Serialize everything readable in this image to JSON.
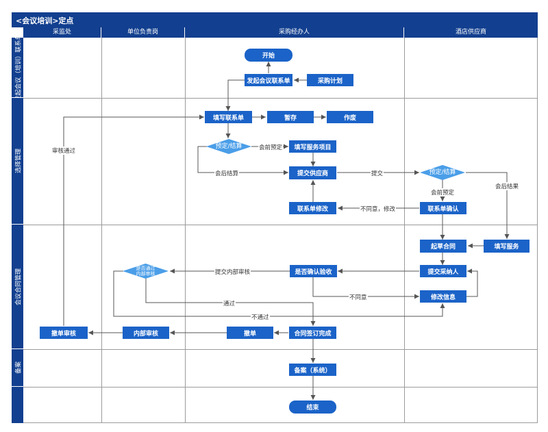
{
  "title": "<会议培训>定点",
  "columns": [
    "采监处",
    "单位负责岗",
    "采购经办人",
    "酒店供应商"
  ],
  "lanes": [
    "发起会议（培训）联系单",
    "选择管理",
    "会议合同管理",
    "备案",
    ""
  ],
  "nodes": {
    "start": "开始",
    "initiate": "发起会议联系单",
    "plan": "采购计划",
    "fill_form": "填写联系单",
    "temp_save": "暂存",
    "void": "作废",
    "decide_1": "预定/结算",
    "fill_service_item": "填写服务项目",
    "submit_supplier": "提交供应商",
    "decide_2": "预定/结算",
    "form_modify": "联系单修改",
    "form_confirm": "联系单确认",
    "draft_contract": "起草合同",
    "fill_service": "填写服务",
    "decide_internal": "是否通过\n内部审核",
    "confirm_accept": "是否确认验收",
    "submit_buyer": "提交采纳人",
    "modify_info": "修改信息",
    "withdraw_review": "撤单审核",
    "internal_review": "内部审核",
    "withdraw": "撤单",
    "contract_done": "合同签订完成",
    "archive": "备案（系统）",
    "end": "结束"
  },
  "edge_labels": {
    "review_pass": "审核通过",
    "pre_booking": "会前预定",
    "post_settle": "会后结算",
    "submit": "提交",
    "pre_booking_2": "会前预定",
    "post_settle_2": "会后结果",
    "disagree_modify": "不同意，修改",
    "submit_internal": "提交内部审核",
    "disagree": "不同意",
    "pass": "通过",
    "not_pass": "不通过"
  },
  "colors": {
    "header": "#123f8f",
    "node": "#1b63c8",
    "decision": "#4a9ee8",
    "line": "#555555",
    "grid": "#9a9a9a"
  }
}
